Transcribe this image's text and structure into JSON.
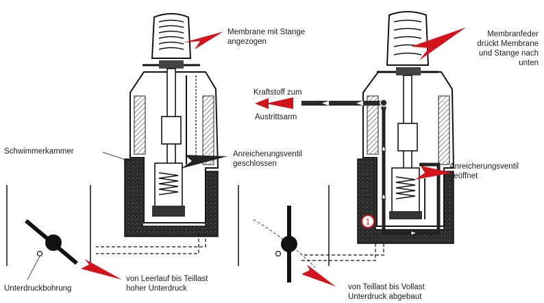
{
  "labels": {
    "membrane_pulled": [
      "Membrane mit Stange",
      "angezogen"
    ],
    "membrane_spring": [
      "Membranfeder",
      "drückt Membrane",
      "und Stange nach",
      "unten"
    ],
    "fuel_to": "Kraftstoff zum",
    "exit_arm": "Austrittsarm",
    "float_chamber": "Schwimmerkammer",
    "valve_closed": [
      "Anreicherungsventil",
      "geschlossen"
    ],
    "valve_open": [
      "Anreicherungsventil",
      "geöffnet"
    ],
    "vacuum_bore": "Unterdruckbohrung",
    "idle_to_partial": [
      "von Leerlauf bis Teillast",
      "hoher Unterdruck"
    ],
    "partial_to_full": [
      "von Teillast bis Vollast",
      "Unterdruck abgebaut"
    ],
    "marker": "1"
  },
  "colors": {
    "arrow": "#d4141c",
    "ink": "#1a1a1a",
    "body_fill": "#ffffff",
    "fuel_dark": "#2a2a2a",
    "hatch": "#555555"
  }
}
